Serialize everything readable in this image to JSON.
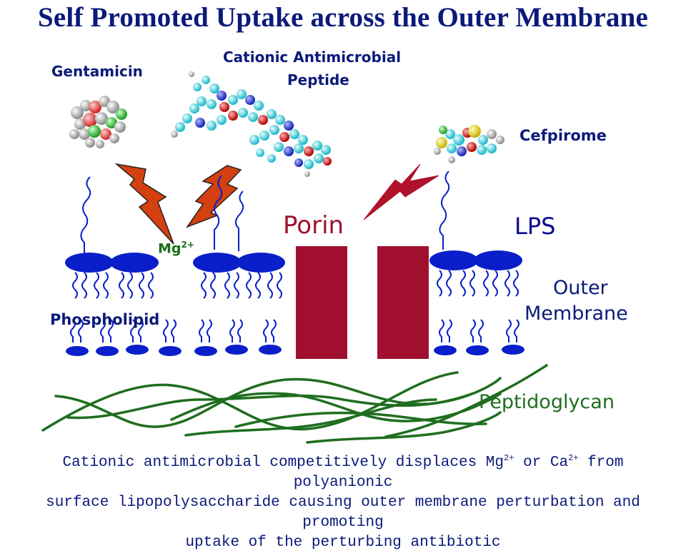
{
  "title": "Self Promoted Uptake across the Outer Membrane",
  "labels": {
    "gentamicin": "Gentamicin",
    "cap_line1": "Cationic Antimicrobial",
    "cap_line2": "Peptide",
    "cefpirome": "Cefpirome",
    "porin": "Porin",
    "lps": "LPS",
    "mg_base": "Mg",
    "mg_sup": "2+",
    "outer_line1": "Outer",
    "outer_line2": "Membrane",
    "phospholipid": "Phospholipid",
    "peptidoglycan": "Peptidoglycan"
  },
  "caption": {
    "l1a": "Cationic antimicrobial competitively displaces Mg",
    "l1sup1": "2+",
    "l1b": " or Ca",
    "l1sup2": "2+",
    "l1c": " from polyanionic",
    "line2": "surface lipopolysaccharide causing outer membrane perturbation and promoting",
    "line3": "uptake of the perturbing antibiotic"
  },
  "colors": {
    "navy": "#0b1a7a",
    "membrane_blue": "#0a1fc9",
    "porin_red": "#a0102e",
    "bolt_orange": "#d4400f",
    "bolt_crimson": "#b0122c",
    "peptidoglycan_green": "#1f6e1f"
  }
}
